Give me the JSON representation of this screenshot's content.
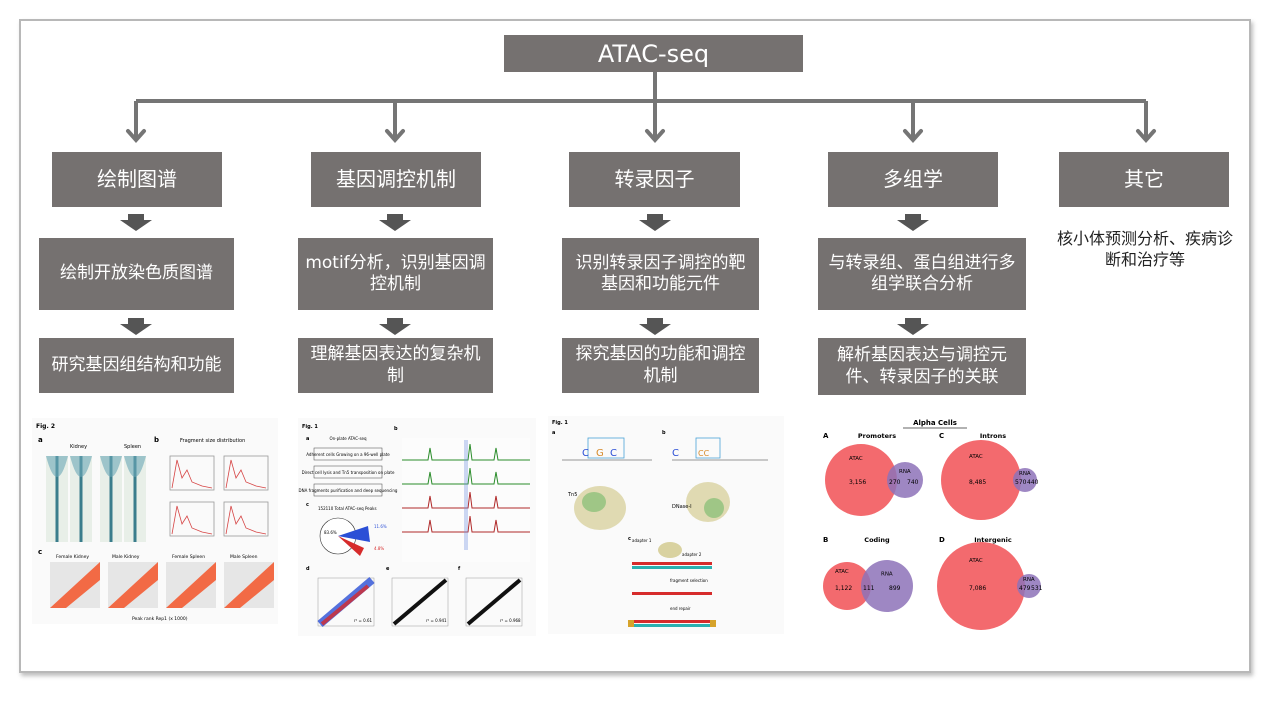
{
  "root": {
    "title": "ATAC-seq"
  },
  "branches": [
    {
      "category": "绘制图谱",
      "steps": [
        "绘制开放染色质图谱",
        "研究基因组结构和功能"
      ]
    },
    {
      "category": "基因调控机制",
      "steps": [
        "motif分析，识别基因调控机制",
        "理解基因表达的复杂机制"
      ]
    },
    {
      "category": "转录因子",
      "steps": [
        "识别转录因子调控的靶基因和功能元件",
        "探究基因的功能和调控机制"
      ]
    },
    {
      "category": "多组学",
      "steps": [
        "与转录组、蛋白组进行多组学联合分析",
        "解析基因表达与调控元件、转录因子的关联"
      ]
    },
    {
      "category": "其它",
      "note": "核小体预测分析、疾病诊断和治疗等"
    }
  ],
  "figures": {
    "fig1": {
      "label": "Fig. 2",
      "panel_a": "a",
      "panel_b": "b",
      "panel_c": "c",
      "col_kidney": "Kidney",
      "col_spleen": "Spleen",
      "fragment_title": "Fragment size distribution",
      "scatter_titles": [
        "Female Kidney",
        "Male Kidney",
        "Female Spleen",
        "Male Spleen"
      ],
      "scatter_xlabel": "Peak rank Rep1 (x 1000)"
    },
    "fig2": {
      "label": "Fig. 1",
      "panel_a": "a",
      "panel_b": "b",
      "panel_c": "c",
      "panel_d": "d",
      "panel_e": "e",
      "panel_f": "f",
      "steps": [
        "On-plate ATAC-seq",
        "Adherent cells Growing on a 96-well plate",
        "Direct cell lysis and Tn5 transposition on plate",
        "DNA fragments purification and deep sequencing"
      ],
      "peaks_title": "152110 Total ATAC-seq Peaks",
      "pct_main": "83.6%",
      "pct_gained": "11.6%",
      "pct_lost": "4.8%",
      "r2_d": "r² = 0.61",
      "r2_e": "r² = 0.941",
      "r2_f": "r² = 0.968"
    },
    "fig3": {
      "label": "Fig. 1",
      "panel_a": "a",
      "panel_b": "b",
      "panel_c": "c",
      "tn5": "Tn5",
      "dnase": "DNase-I",
      "adapter1": "adapter 1",
      "adapter2": "adapter 2",
      "fragment_selection": "fragment selection",
      "end_repair": "end repair"
    },
    "fig4": {
      "title": "Alpha Cells",
      "panels": [
        {
          "letter": "A",
          "name": "Promoters",
          "atac": "3,156",
          "shared": "270",
          "rna": "740"
        },
        {
          "letter": "C",
          "name": "Introns",
          "atac": "8,485",
          "shared": "570",
          "rna": "440"
        },
        {
          "letter": "B",
          "name": "Coding",
          "atac": "1,122",
          "shared": "111",
          "rna": "899"
        },
        {
          "letter": "D",
          "name": "Intergenic",
          "atac": "7,086",
          "shared": "479",
          "rna": "531"
        }
      ],
      "atac_label": "ATAC",
      "rna_label": "RNA"
    }
  },
  "colors": {
    "box": "#757170",
    "arrow": "#757575",
    "atac": "#f36a6e",
    "rna": "#8d72b8",
    "scatter": "#f26a45"
  }
}
